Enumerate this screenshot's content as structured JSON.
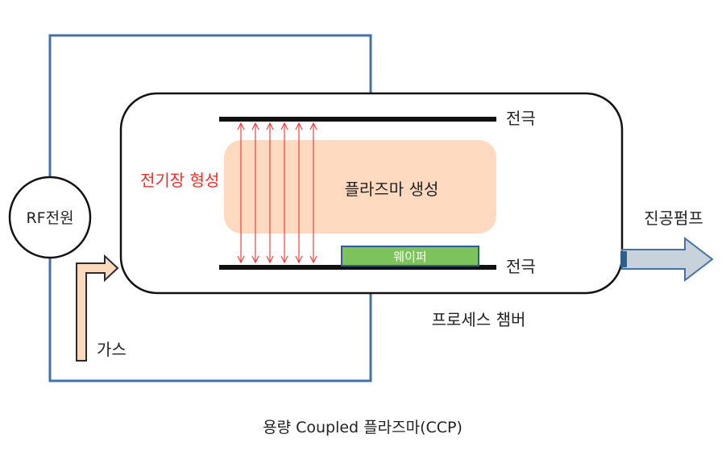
{
  "labels": {
    "rf_source": "RF전원",
    "electrode_top": "전극",
    "electrode_bottom": "전극",
    "electric_field": "전기장 형성",
    "plasma": "플라즈마 생성",
    "wafer": "웨이퍼",
    "vacuum_pump": "진공펌프",
    "process_chamber": "프로세스 챔버",
    "gas": "가스",
    "caption": "용량 Coupled 플라즈마(CCP)"
  },
  "colors": {
    "wire": "#4472a8",
    "field_arrows": "#f04040",
    "field_text": "#e8302a",
    "plasma_fill": "#fcd9bf",
    "wafer_fill": "#7dc35b",
    "wafer_stroke": "#2e5f8a",
    "gas_arrow_fill": "#fbd9bd",
    "pump_arrow_fill": "#c8d2da",
    "pump_arrow_stroke": "#4472a8",
    "electrode": "#111111"
  }
}
